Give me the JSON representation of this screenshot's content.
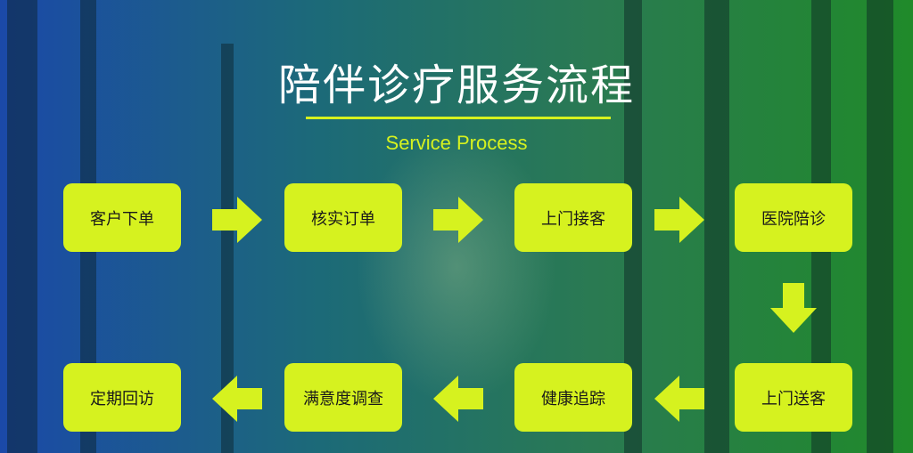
{
  "title": "陪伴诊疗服务流程",
  "subtitle": "Service Process",
  "steps": [
    "客户下单",
    "核实订单",
    "上门接客",
    "医院陪诊",
    "上门送客",
    "健康追踪",
    "满意度调查",
    "定期回访"
  ],
  "colors": {
    "accent": "#d6f21f",
    "title": "#ffffff"
  }
}
